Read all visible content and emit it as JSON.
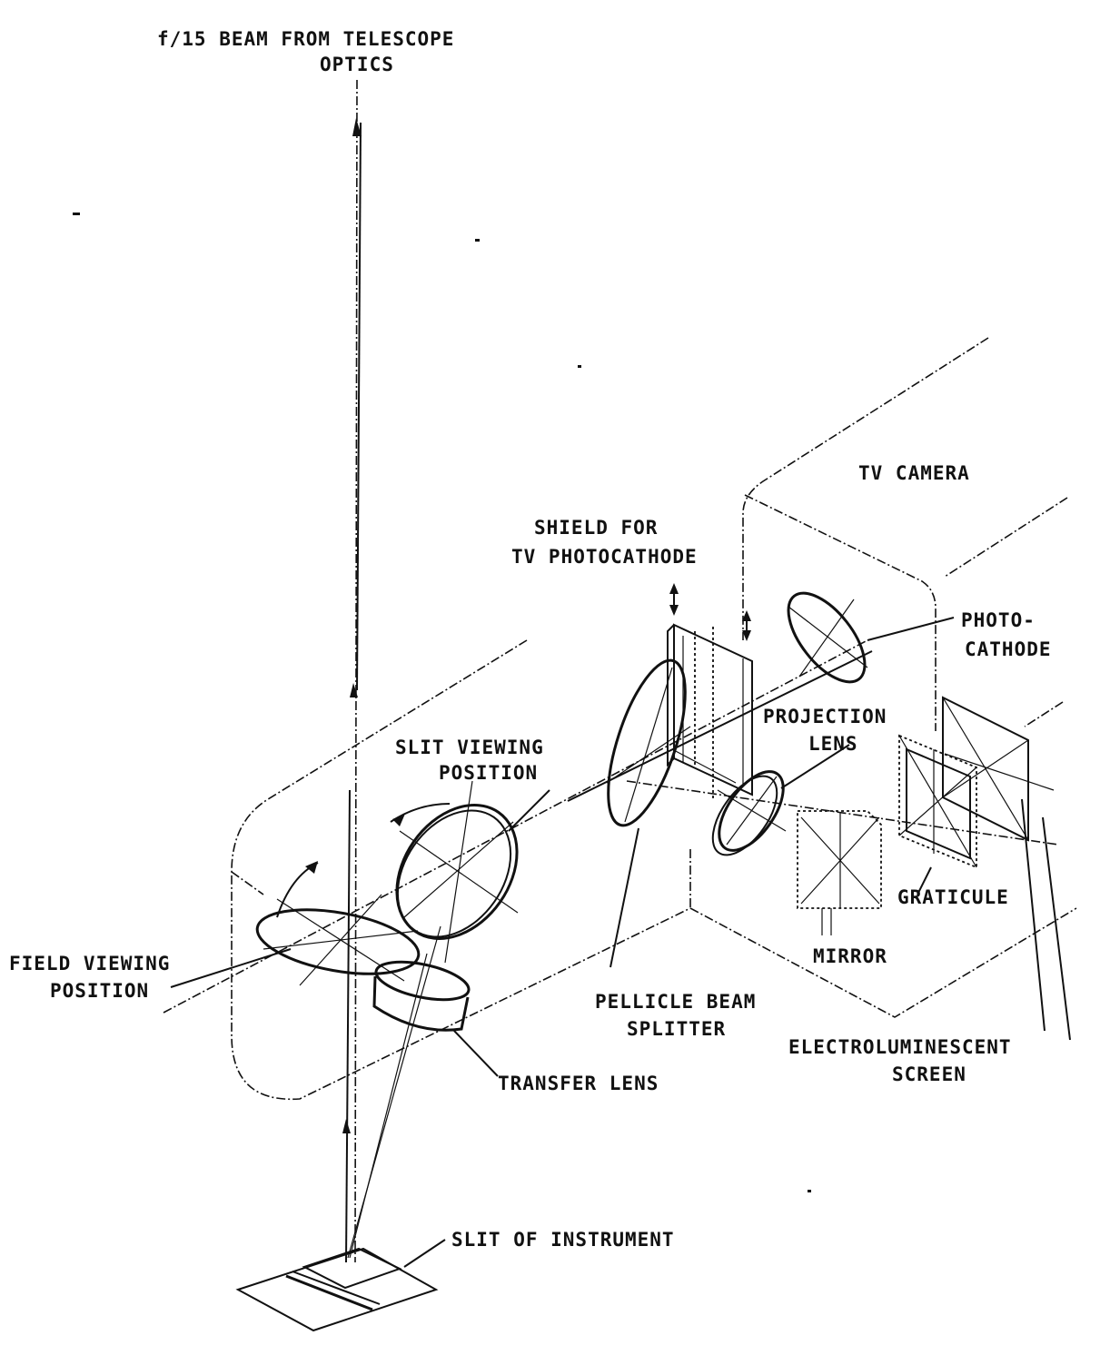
{
  "diagram": {
    "labels": {
      "beam_line1": "f/15 BEAM FROM TELESCOPE",
      "beam_line2": "OPTICS",
      "tv_camera": "TV CAMERA",
      "shield_line1": "SHIELD FOR",
      "shield_line2": "TV PHOTOCATHODE",
      "photo_line1": "PHOTO-",
      "photo_line2": "CATHODE",
      "projection_line1": "PROJECTION",
      "projection_line2": "LENS",
      "slit_viewing_line1": "SLIT VIEWING",
      "slit_viewing_line2": "POSITION",
      "graticule": "GRATICULE",
      "mirror": "MIRROR",
      "field_viewing_line1": "FIELD VIEWING",
      "field_viewing_line2": "POSITION",
      "pellicle_line1": "PELLICLE BEAM",
      "pellicle_line2": "SPLITTER",
      "electro_line1": "ELECTROLUMINESCENT",
      "electro_line2": "SCREEN",
      "transfer_lens": "TRANSFER LENS",
      "slit_instrument": "SLIT OF INSTRUMENT"
    },
    "colors": {
      "ink": "#111111",
      "paper": "#ffffff"
    }
  }
}
